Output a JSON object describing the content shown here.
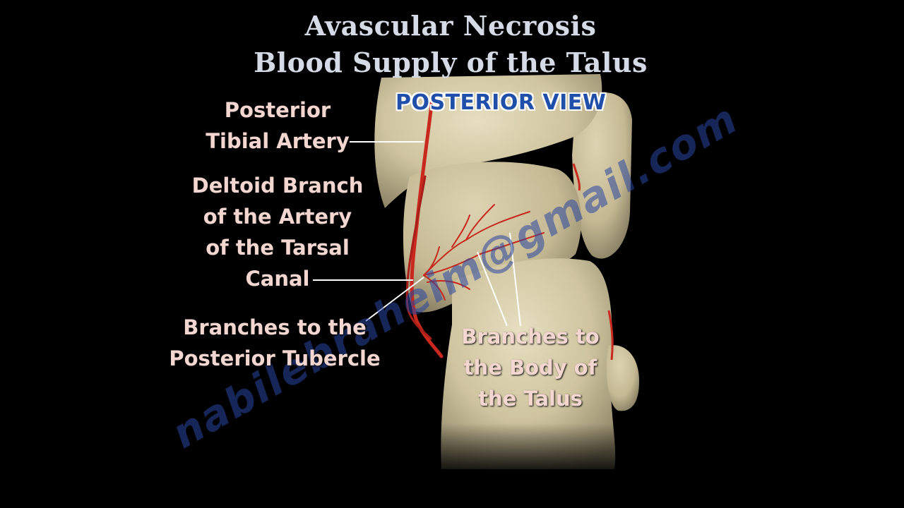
{
  "title": {
    "line1": "Avascular Necrosis",
    "line2": "Blood Supply of the Talus"
  },
  "view_label": "POSTERIOR VIEW",
  "labels": {
    "posterior_tibial_artery": [
      "Posterior",
      "Tibial Artery"
    ],
    "deltoid_branch": [
      "Deltoid Branch",
      "of the Artery",
      "of the Tarsal",
      "Canal"
    ],
    "posterior_tubercle": [
      "Branches to the",
      "Posterior Tubercle"
    ],
    "body_of_talus": [
      "Branches to",
      "the Body of",
      "the Talus"
    ]
  },
  "watermark": "nabilebraheim@gmail.com",
  "colors": {
    "background": "#000000",
    "title": "#d5dbe6",
    "label_text": "#f3d6d0",
    "view_label": "#1f4fa8",
    "bone": "#d2c8a6",
    "artery": "#c8281e",
    "leader_line": "#ffffff"
  }
}
